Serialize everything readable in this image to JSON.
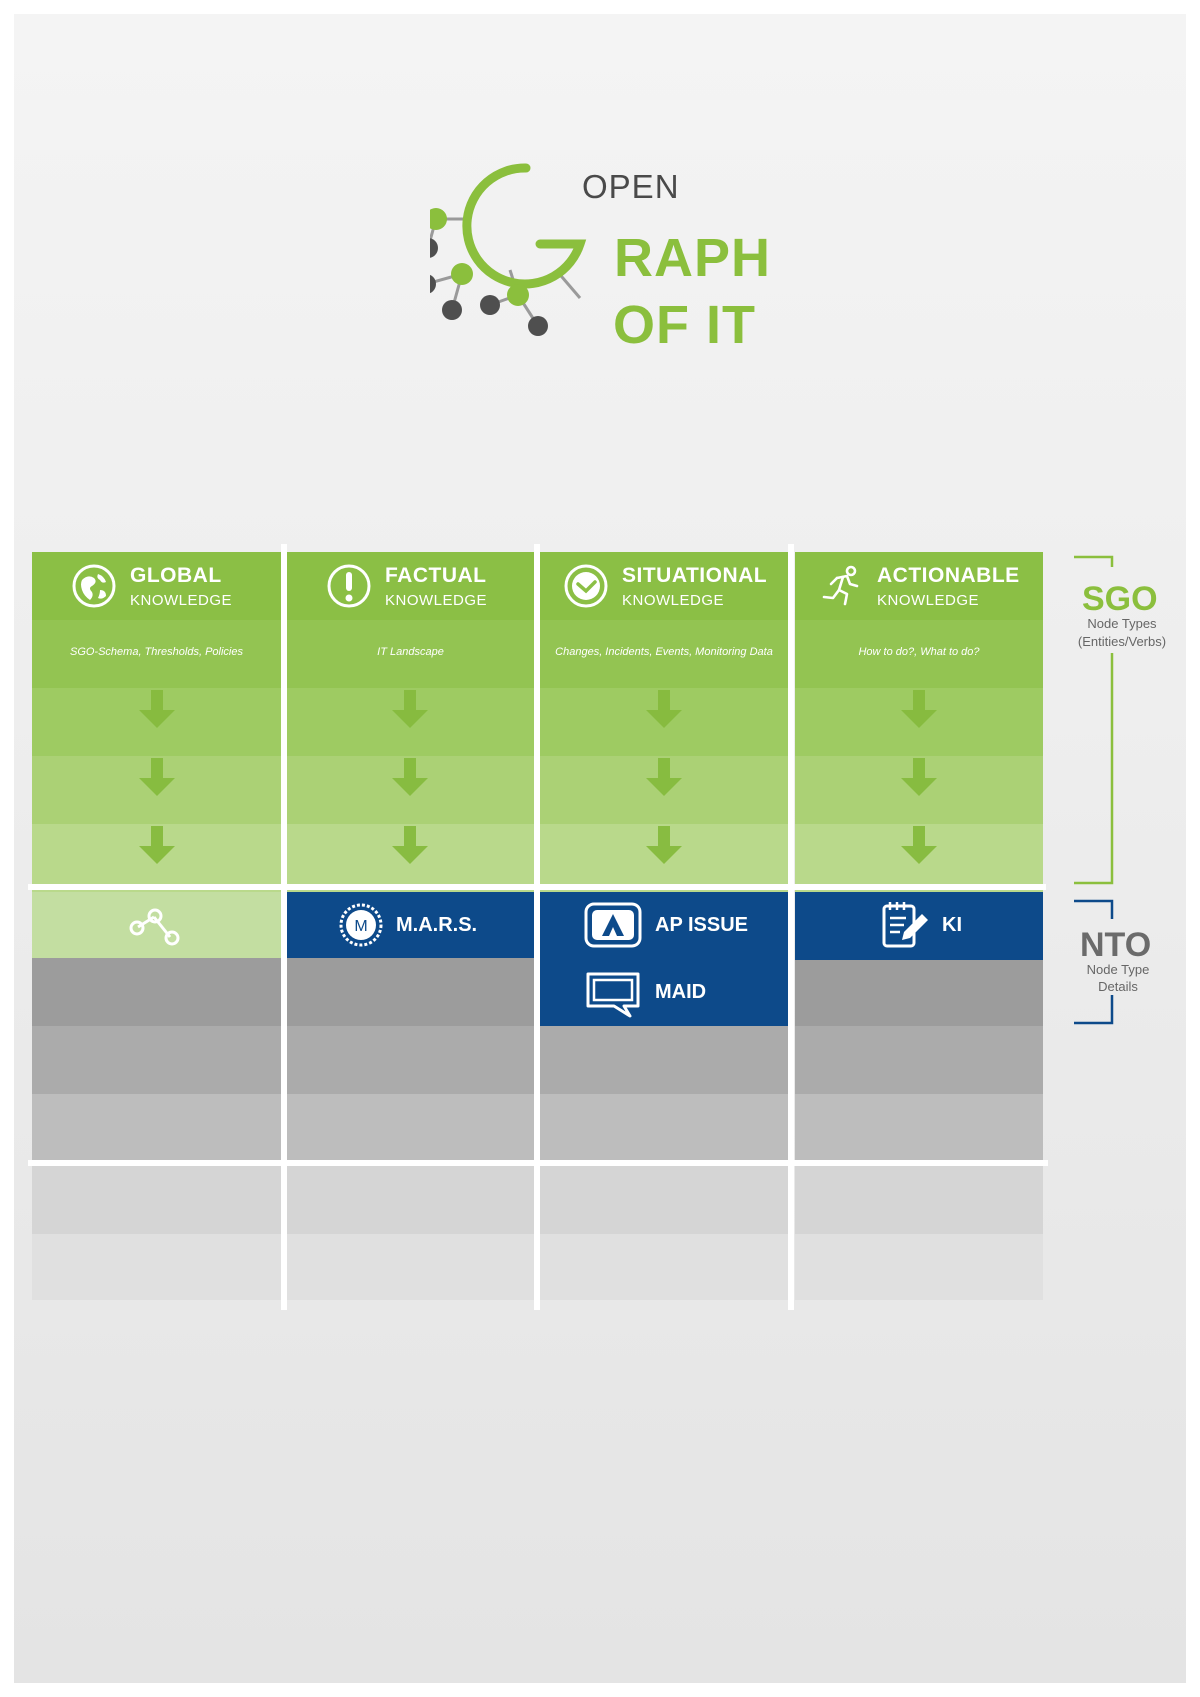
{
  "logo": {
    "open": "OPEN",
    "raph": "RAPH",
    "of_it": "OF IT",
    "colors": {
      "green": "#8bbf3d",
      "dark": "#555555"
    }
  },
  "columns": [
    {
      "title": "GLOBAL",
      "subtitle": "KNOWLEDGE",
      "icon": "globe-icon",
      "description": "SGO-Schema, Thresholds, Policies"
    },
    {
      "title": "FACTUAL",
      "subtitle": "KNOWLEDGE",
      "icon": "exclamation-icon",
      "description": "IT Landscape"
    },
    {
      "title": "SITUATIONAL",
      "subtitle": "KNOWLEDGE",
      "icon": "clock-icon",
      "description": "Changes, Incidents, Events, Monitoring Data"
    },
    {
      "title": "ACTIONABLE",
      "subtitle": "KNOWLEDGE",
      "icon": "running-man-icon",
      "description": "How to do?, What to do?"
    }
  ],
  "nto": {
    "mars": "M.A.R.S.",
    "ap_issue": "AP ISSUE",
    "maid": "MAID",
    "ki": "KI"
  },
  "side": {
    "sgo_title": "SGO",
    "sgo_sub1": "Node Types",
    "sgo_sub2": "(Entities/Verbs)",
    "nto_title": "NTO",
    "nto_sub1": "Node Type",
    "nto_sub2": "Details"
  },
  "colors": {
    "green": "#8bbf45",
    "blue": "#0d4a8a",
    "gray": "#9b9b9b"
  }
}
